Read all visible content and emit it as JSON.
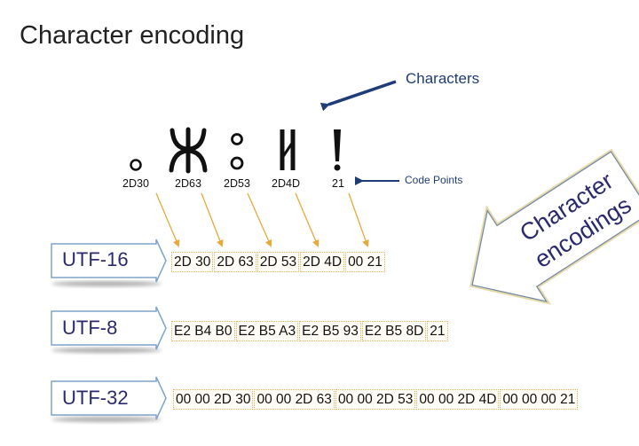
{
  "title": "Character encoding",
  "labels": {
    "characters": "Characters",
    "code_points": "Code Points",
    "encodings_line1": "Character",
    "encodings_line2": "encodings"
  },
  "colors": {
    "label_blue": "#1f3c78",
    "arrow_orange": "#e8a93a",
    "encoding_text": "#2b2a6e"
  },
  "characters": [
    {
      "icon": "tifinagh-ya-icon",
      "code_point": "2D30"
    },
    {
      "icon": "tifinagh-yaz-icon",
      "code_point": "2D63"
    },
    {
      "icon": "tifinagh-yu-icon",
      "code_point": "2D53"
    },
    {
      "icon": "tifinagh-yal-icon",
      "code_point": "2D4D"
    },
    {
      "icon": "exclamation-icon",
      "code_point": "21"
    }
  ],
  "encodings": [
    {
      "name": "UTF-16",
      "bytes": [
        "2D 30",
        "2D 63",
        "2D 53",
        "2D 4D",
        "00 21"
      ]
    },
    {
      "name": "UTF-8",
      "bytes": [
        "E2 B4 B0",
        "E2 B5 A3",
        "E2 B5 93",
        "E2 B5 8D",
        "21"
      ]
    },
    {
      "name": "UTF-32",
      "bytes": [
        "00 00 2D 30",
        "00 00 2D 63",
        "00 00 2D 53",
        "00 00 2D 4D",
        "00 00 00 21"
      ]
    }
  ]
}
